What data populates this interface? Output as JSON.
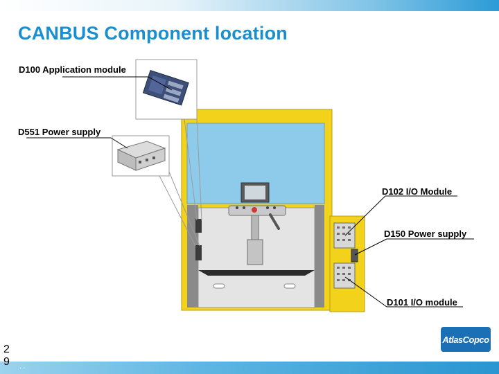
{
  "title": "CANBUS Component location",
  "labels": {
    "d100": "D100 Application module",
    "d551": "D551 Power supply",
    "d102": "D102 I/O Module",
    "d150": "D150 Power supply",
    "d101": "D101 I/O module"
  },
  "page_number": "29",
  "footer_text": ". .",
  "logo_text": "AtlasCopco",
  "colors": {
    "title": "#1a8fd0",
    "frame_yellow": "#f2d21b",
    "window_blue": "#8ecbea",
    "band_blue": "#2c9bd6"
  }
}
